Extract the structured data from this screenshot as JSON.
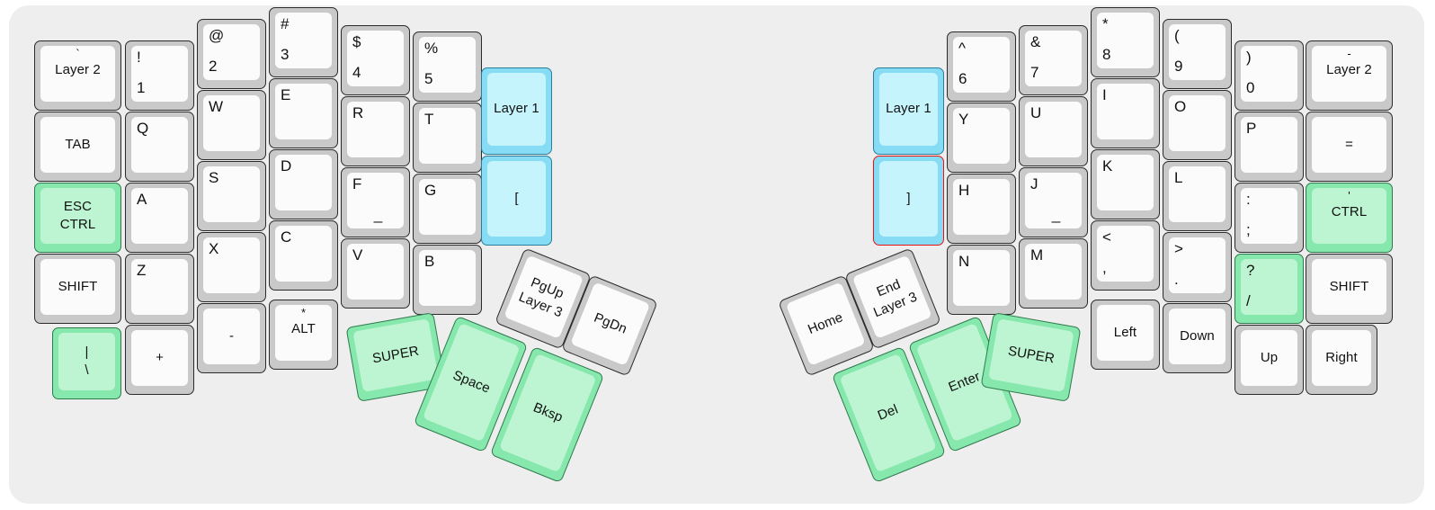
{
  "meta": {
    "title": "Split ergonomic keyboard layout",
    "background": "#eeeeee",
    "page_background": "#ffffff",
    "colors": {
      "key_skirt": "#c9c9c9",
      "key_cap": "#fbfbfb",
      "green_skirt": "#86e8ac",
      "green_cap": "#bdf5d2",
      "blue_skirt": "#87dcf5",
      "blue_cap": "#c6f4fd",
      "selection_outline": "#ee1111",
      "legend": "#111111"
    }
  },
  "left_half": {
    "name": "left-half",
    "columns": [
      {
        "name": "pinky-outer",
        "keys": [
          {
            "name": "key-grave-layer2",
            "top": "`",
            "main": "Layer 2",
            "style": "topmark",
            "color": "default"
          },
          {
            "name": "key-tab",
            "top": "",
            "main": "TAB",
            "style": "center",
            "color": "default"
          },
          {
            "name": "key-esc-ctrl",
            "top": "ESC",
            "main": "CTRL",
            "style": "stack",
            "color": "green"
          },
          {
            "name": "key-shift",
            "top": "",
            "main": "SHIFT",
            "style": "center",
            "color": "default"
          },
          {
            "name": "key-pipe-backslash",
            "top": "|",
            "main": "\\",
            "style": "stack",
            "color": "green"
          }
        ]
      },
      {
        "name": "pinky-home",
        "keys": [
          {
            "name": "key-1",
            "top": "!",
            "main": "1",
            "style": "split",
            "color": "default"
          },
          {
            "name": "key-q",
            "top": "",
            "main": "Q",
            "style": "tl",
            "color": "default"
          },
          {
            "name": "key-a",
            "top": "",
            "main": "A",
            "style": "tl",
            "color": "default"
          },
          {
            "name": "key-z",
            "top": "",
            "main": "Z",
            "style": "tl",
            "color": "default"
          },
          {
            "name": "key-plus",
            "top": "",
            "main": "+",
            "style": "center",
            "color": "default"
          }
        ]
      },
      {
        "name": "ring-column",
        "keys": [
          {
            "name": "key-2",
            "top": "@",
            "main": "2",
            "style": "split",
            "color": "default"
          },
          {
            "name": "key-w",
            "top": "",
            "main": "W",
            "style": "tl",
            "color": "default"
          },
          {
            "name": "key-s",
            "top": "",
            "main": "S",
            "style": "tl",
            "color": "default"
          },
          {
            "name": "key-x",
            "top": "",
            "main": "X",
            "style": "tl",
            "color": "default"
          },
          {
            "name": "key-minus",
            "top": "",
            "main": "-",
            "style": "center",
            "color": "default"
          }
        ]
      },
      {
        "name": "middle-column",
        "keys": [
          {
            "name": "key-3",
            "top": "#",
            "main": "3",
            "style": "split",
            "color": "default"
          },
          {
            "name": "key-e",
            "top": "",
            "main": "E",
            "style": "tl",
            "color": "default"
          },
          {
            "name": "key-d",
            "top": "",
            "main": "D",
            "style": "tl",
            "color": "default"
          },
          {
            "name": "key-c",
            "top": "",
            "main": "C",
            "style": "tl",
            "color": "default"
          },
          {
            "name": "key-asterisk-alt",
            "top": "*",
            "main": "ALT",
            "style": "topmark",
            "color": "default"
          }
        ]
      },
      {
        "name": "index-column",
        "keys": [
          {
            "name": "key-4",
            "top": "$",
            "main": "4",
            "style": "split",
            "color": "default"
          },
          {
            "name": "key-r",
            "top": "",
            "main": "R",
            "style": "tl",
            "color": "default"
          },
          {
            "name": "key-f-underscore",
            "top": "F",
            "main": "_",
            "style": "split",
            "color": "default"
          },
          {
            "name": "key-v",
            "top": "",
            "main": "V",
            "style": "tl",
            "color": "default"
          }
        ]
      },
      {
        "name": "index-inner-column",
        "keys": [
          {
            "name": "key-5",
            "top": "%",
            "main": "5",
            "style": "split",
            "color": "default"
          },
          {
            "name": "key-t",
            "top": "",
            "main": "T",
            "style": "tl",
            "color": "default"
          },
          {
            "name": "key-g",
            "top": "",
            "main": "G",
            "style": "tl",
            "color": "default"
          },
          {
            "name": "key-b",
            "top": "",
            "main": "B",
            "style": "tl",
            "color": "default"
          }
        ]
      },
      {
        "name": "inner-extra-column",
        "keys": [
          {
            "name": "key-layer1-left",
            "top": "",
            "main": "Layer 1",
            "style": "center",
            "color": "blue"
          },
          {
            "name": "key-bracket-left",
            "top": "",
            "main": "[",
            "style": "center",
            "color": "blue"
          }
        ]
      }
    ],
    "thumb_cluster": {
      "name": "left-thumb-cluster",
      "keys": [
        {
          "name": "key-super-left",
          "top": "",
          "main": "SUPER",
          "style": "center",
          "color": "green"
        },
        {
          "name": "key-pgup-layer3",
          "top": "PgUp",
          "main": "Layer 3",
          "style": "stack",
          "color": "default"
        },
        {
          "name": "key-pgdn",
          "top": "",
          "main": "PgDn",
          "style": "center",
          "color": "default"
        },
        {
          "name": "key-space",
          "top": "",
          "main": "Space",
          "style": "center",
          "color": "green"
        },
        {
          "name": "key-bksp",
          "top": "",
          "main": "Bksp",
          "style": "center",
          "color": "green"
        }
      ]
    }
  },
  "right_half": {
    "name": "right-half",
    "columns": [
      {
        "name": "inner-extra-column-right",
        "keys": [
          {
            "name": "key-layer1-right",
            "top": "",
            "main": "Layer 1",
            "style": "center",
            "color": "blue",
            "selected": false
          },
          {
            "name": "key-bracket-right",
            "top": "",
            "main": "]",
            "style": "center",
            "color": "blue",
            "selected": true
          }
        ]
      },
      {
        "name": "index-inner-column-right",
        "keys": [
          {
            "name": "key-6",
            "top": "^",
            "main": "6",
            "style": "split",
            "color": "default"
          },
          {
            "name": "key-y",
            "top": "",
            "main": "Y",
            "style": "tl",
            "color": "default"
          },
          {
            "name": "key-h",
            "top": "",
            "main": "H",
            "style": "tl",
            "color": "default"
          },
          {
            "name": "key-n",
            "top": "",
            "main": "N",
            "style": "tl",
            "color": "default"
          }
        ]
      },
      {
        "name": "index-column-right",
        "keys": [
          {
            "name": "key-7",
            "top": "&",
            "main": "7",
            "style": "split",
            "color": "default"
          },
          {
            "name": "key-u",
            "top": "",
            "main": "U",
            "style": "tl",
            "color": "default"
          },
          {
            "name": "key-j-underscore",
            "top": "J",
            "main": "_",
            "style": "split",
            "color": "default"
          },
          {
            "name": "key-m",
            "top": "",
            "main": "M",
            "style": "tl",
            "color": "default"
          }
        ]
      },
      {
        "name": "middle-column-right",
        "keys": [
          {
            "name": "key-8",
            "top": "*",
            "main": "8",
            "style": "split",
            "color": "default"
          },
          {
            "name": "key-i",
            "top": "",
            "main": "I",
            "style": "tl",
            "color": "default"
          },
          {
            "name": "key-k",
            "top": "",
            "main": "K",
            "style": "tl",
            "color": "default"
          },
          {
            "name": "key-comma",
            "top": "<",
            "main": ",",
            "style": "split",
            "color": "default"
          },
          {
            "name": "key-left",
            "top": "",
            "main": "Left",
            "style": "center",
            "color": "default"
          }
        ]
      },
      {
        "name": "ring-column-right",
        "keys": [
          {
            "name": "key-9",
            "top": "(",
            "main": "9",
            "style": "split",
            "color": "default"
          },
          {
            "name": "key-o",
            "top": "",
            "main": "O",
            "style": "tl",
            "color": "default"
          },
          {
            "name": "key-l",
            "top": "",
            "main": "L",
            "style": "tl",
            "color": "default"
          },
          {
            "name": "key-period",
            "top": ">",
            "main": ".",
            "style": "split",
            "color": "default"
          },
          {
            "name": "key-down",
            "top": "",
            "main": "Down",
            "style": "center",
            "color": "default"
          }
        ]
      },
      {
        "name": "pinky-home-right",
        "keys": [
          {
            "name": "key-0",
            "top": ")",
            "main": "0",
            "style": "split",
            "color": "default"
          },
          {
            "name": "key-p",
            "top": "",
            "main": "P",
            "style": "tl",
            "color": "default"
          },
          {
            "name": "key-semicolon",
            "top": ":",
            "main": ";",
            "style": "split",
            "color": "default"
          },
          {
            "name": "key-slash",
            "top": "?",
            "main": "/",
            "style": "split",
            "color": "green"
          },
          {
            "name": "key-up",
            "top": "",
            "main": "Up",
            "style": "center",
            "color": "default"
          }
        ]
      },
      {
        "name": "pinky-outer-right",
        "keys": [
          {
            "name": "key-dash-layer2",
            "top": "-",
            "main": "Layer 2",
            "style": "topmark",
            "color": "default"
          },
          {
            "name": "key-equals",
            "top": "",
            "main": "=",
            "style": "center",
            "color": "default"
          },
          {
            "name": "key-quote-ctrl",
            "top": "'",
            "main": "CTRL",
            "style": "topmark",
            "color": "green"
          },
          {
            "name": "key-shift-right",
            "top": "",
            "main": "SHIFT",
            "style": "center",
            "color": "default"
          },
          {
            "name": "key-right",
            "top": "",
            "main": "Right",
            "style": "center",
            "color": "default"
          }
        ]
      }
    ],
    "thumb_cluster": {
      "name": "right-thumb-cluster",
      "keys": [
        {
          "name": "key-home",
          "top": "",
          "main": "Home",
          "style": "center",
          "color": "default"
        },
        {
          "name": "key-end-layer3",
          "top": "End",
          "main": "Layer 3",
          "style": "stack",
          "color": "default"
        },
        {
          "name": "key-del",
          "top": "",
          "main": "Del",
          "style": "center",
          "color": "green"
        },
        {
          "name": "key-enter",
          "top": "",
          "main": "Enter",
          "style": "center",
          "color": "green"
        },
        {
          "name": "key-super-right",
          "top": "",
          "main": "SUPER",
          "style": "center",
          "color": "green"
        }
      ]
    }
  }
}
